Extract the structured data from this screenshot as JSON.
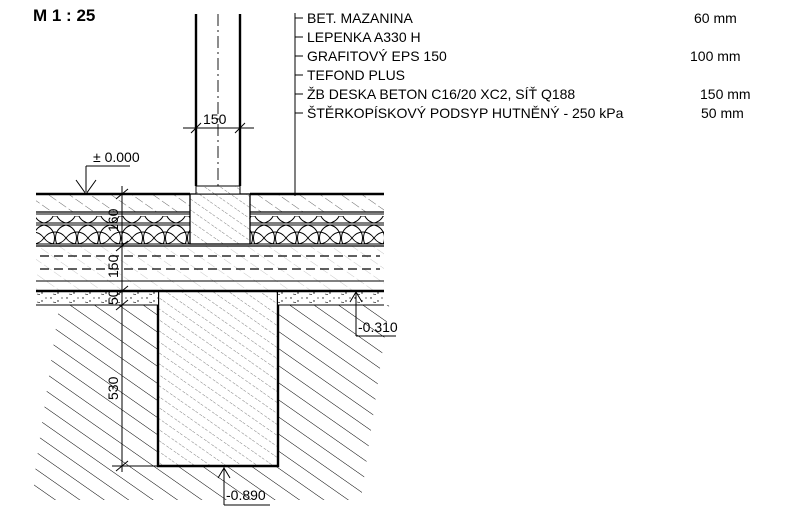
{
  "scale_label": "M 1 : 25",
  "layers": [
    {
      "name": "BET. MAZANINA",
      "thickness": "60 mm"
    },
    {
      "name": "LEPENKA A330 H",
      "thickness": ""
    },
    {
      "name": "GRAFITOVÝ EPS 150",
      "thickness": "100 mm"
    },
    {
      "name": "TEFOND PLUS",
      "thickness": ""
    },
    {
      "name": "ŽB DESKA BETON C16/20 XC2, SÍŤ Q188",
      "thickness": "150 mm"
    },
    {
      "name": "ŠTĚRKOPÍSKOVÝ PODSYP HUTNĚNÝ - 250 kPa",
      "thickness": "50 mm"
    }
  ],
  "dimensions": {
    "wall_width": "150",
    "floor_build_up": "160",
    "slab": "150",
    "gravel_bed": "50",
    "footing_depth": "530"
  },
  "levels": {
    "floor": "± 0.000",
    "slab_bottom": "-0.310",
    "footing_bottom": "-0.890"
  }
}
